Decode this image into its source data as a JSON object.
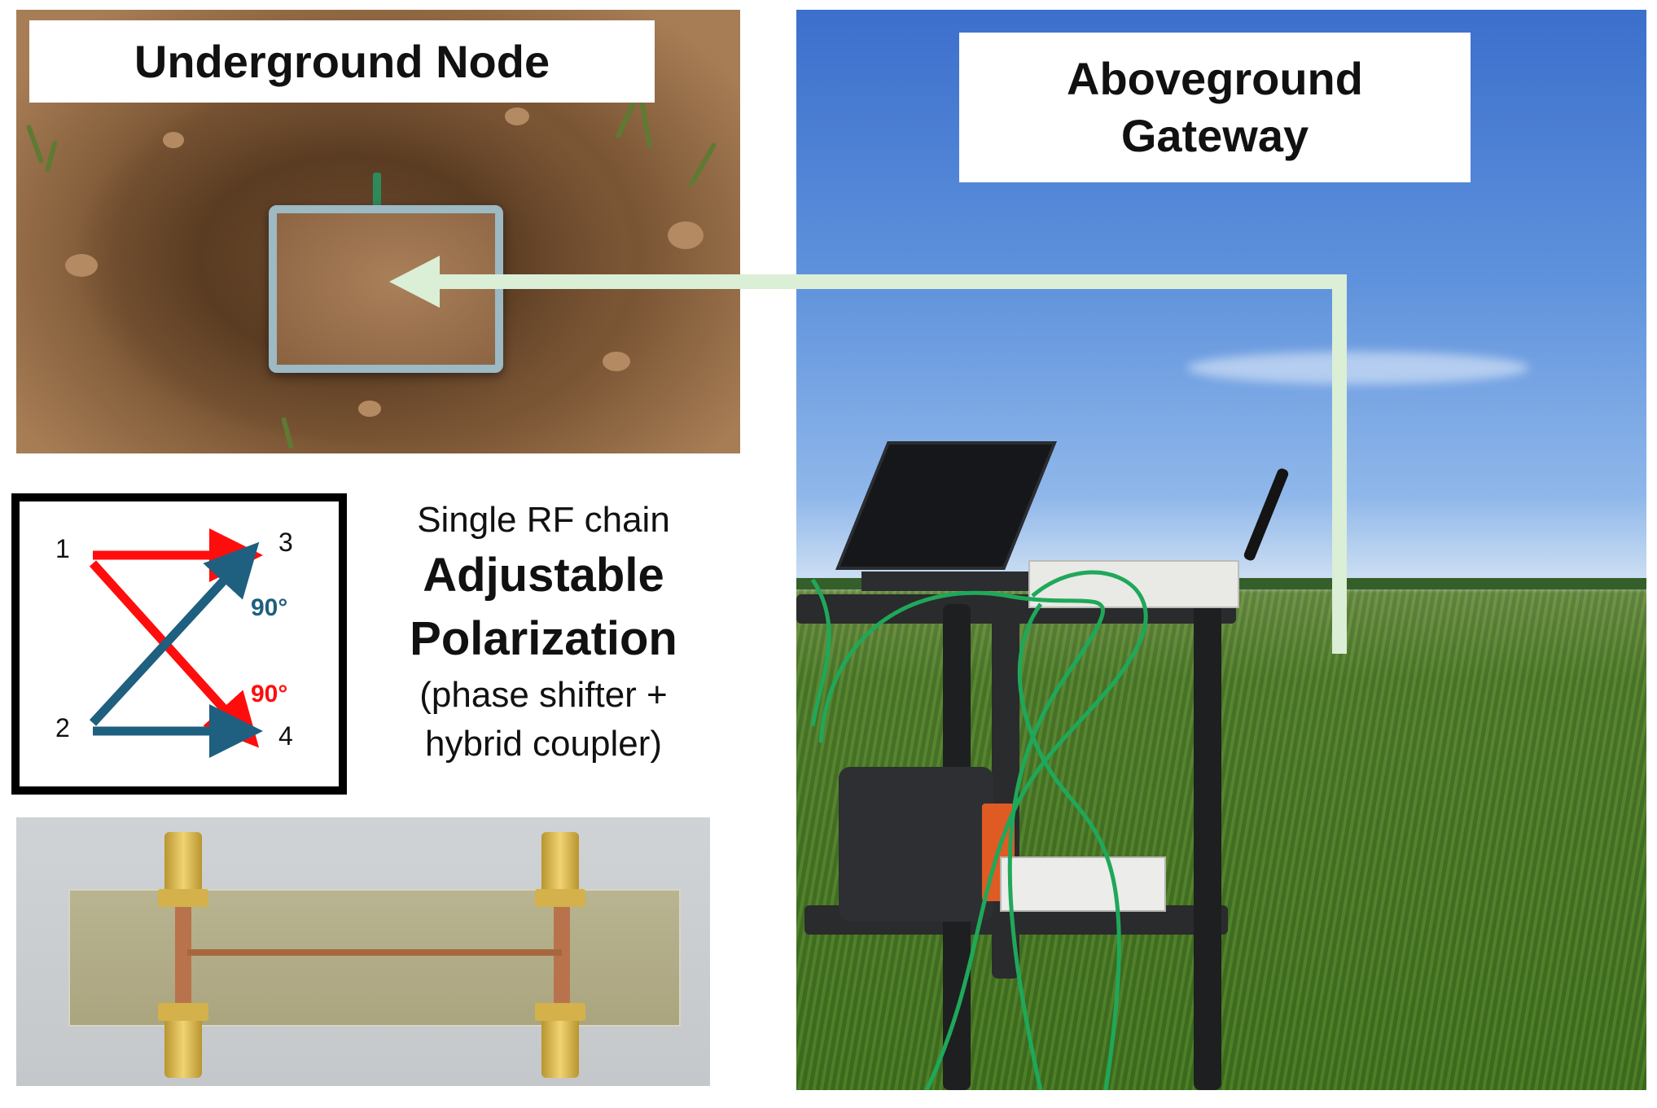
{
  "labels": {
    "underground": "Underground Node",
    "aboveground_line1": "Aboveground",
    "aboveground_line2": "Gateway"
  },
  "diagram": {
    "ports": [
      "1",
      "2",
      "3",
      "4"
    ],
    "phase_top": "90°",
    "phase_bottom": "90°"
  },
  "rf_text": {
    "line1": "Single RF chain",
    "line2": "Adjustable",
    "line3": "Polarization",
    "line4": "(phase shifter +",
    "line5": "hybrid coupler)"
  },
  "colors": {
    "arrow": "#dbeed6",
    "red_path": "#ff0d0d",
    "blue_path": "#1f5f7f"
  }
}
